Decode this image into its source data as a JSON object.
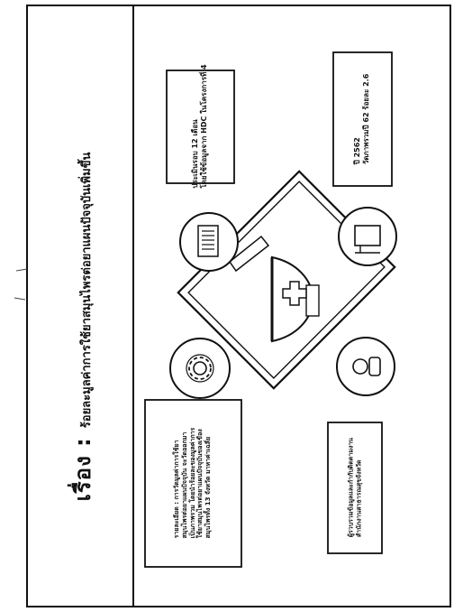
{
  "document": {
    "title_prefix": "เรื่อง :",
    "title": "ร้อยละมูลค่าการใช้ยาสมุนไพรต่อยาแผนปัจจุบันเพิ่มขึ้น",
    "boxes": {
      "evaluation": [
        "ประเมินรอบ 12 เดือน",
        "โดยใช้ข้อมูลจาก HDC ในโครงการที่ 4"
      ],
      "year": [
        "ปี 2562",
        "วัดภาพรวมปี 62 ร้อยละ 2.6"
      ],
      "responsible": [
        "ผู้รวบรวมข้อมูลและกำกับติดตามงาน",
        "สำนักงานสาธารณสุขจังหวัด"
      ],
      "details": [
        "รายละเอียด : การวัดมูลค่าการใช้ยา",
        "สมุนไพรต่อยาแผนปัจจุบัน จะวัดออกมา",
        "เป็นภาพรวม โดยนำร้อยละของมูลค่าการ",
        "ใช้ยาสมุนไพรต่อยาแผนปัจจุบันของเขือง",
        "สมุนไพรทั้ง 13 จังหวัด มาหาค่าเฉลี่ย"
      ]
    },
    "icons": [
      "document-icon",
      "computer-icon",
      "gear-icon",
      "person-icon",
      "medical-cross-icon"
    ],
    "colors": {
      "ink": "#111111",
      "paper": "#ffffff"
    }
  }
}
